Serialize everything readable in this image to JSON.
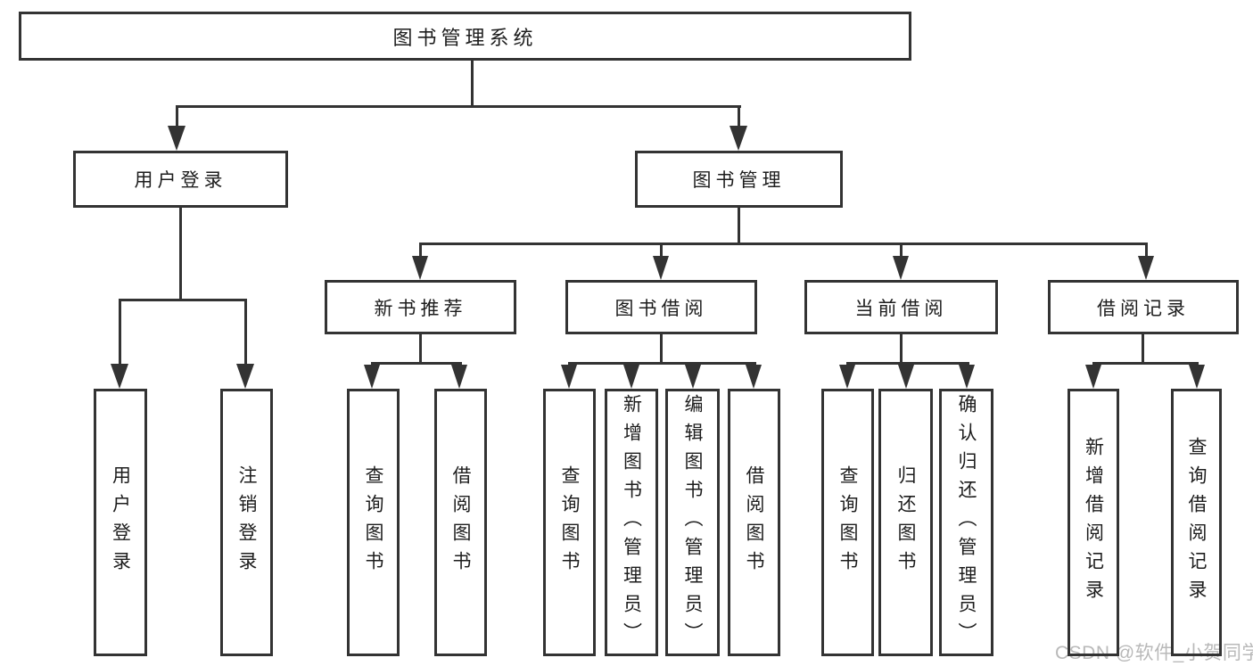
{
  "diagram": {
    "type": "hierarchy-tree",
    "colors": {
      "line": "#333333",
      "box_border": "#333333",
      "text": "#1d1d1d",
      "background": "#ffffff",
      "watermark": "#b9b9b9"
    },
    "tree": {
      "label": "图书管理系统",
      "children": [
        {
          "label": "用户登录",
          "children": [
            {
              "label": "用户登录"
            },
            {
              "label": "注销登录"
            }
          ]
        },
        {
          "label": "图书管理",
          "children": [
            {
              "label": "新书推荐",
              "children": [
                {
                  "label": "查询图书"
                },
                {
                  "label": "借阅图书"
                }
              ]
            },
            {
              "label": "图书借阅",
              "children": [
                {
                  "label": "查询图书"
                },
                {
                  "label": "新增图书（管理员）"
                },
                {
                  "label": "编辑图书（管理员）"
                },
                {
                  "label": "借阅图书"
                }
              ]
            },
            {
              "label": "当前借阅",
              "children": [
                {
                  "label": "查询图书"
                },
                {
                  "label": "归还图书"
                },
                {
                  "label": "确认归还（管理员）"
                }
              ]
            },
            {
              "label": "借阅记录",
              "children": [
                {
                  "label": "新增借阅记录"
                },
                {
                  "label": "查询借阅记录"
                }
              ]
            }
          ]
        }
      ]
    }
  },
  "labels": {
    "root": "图书管理系统",
    "user_login": "用户登录",
    "book_mgmt": "图书管理",
    "new_book_rec": "新书推荐",
    "book_borrow": "图书借阅",
    "current_borrow": "当前借阅",
    "borrow_records": "借阅记录",
    "leaf_user_login": "用户登录",
    "leaf_logout": "注销登录",
    "leaf_nbr_query": "查询图书",
    "leaf_nbr_borrow": "借阅图书",
    "leaf_bb_query": "查询图书",
    "leaf_bb_add": "新增图书（管理员）",
    "leaf_bb_edit": "编辑图书（管理员）",
    "leaf_bb_borrow": "借阅图书",
    "leaf_cb_query": "查询图书",
    "leaf_cb_return": "归还图书",
    "leaf_cb_confirm": "确认归还（管理员）",
    "leaf_br_add": "新增借阅记录",
    "leaf_br_query": "查询借阅记录"
  },
  "watermark": "CSDN @软件_小贺同学"
}
